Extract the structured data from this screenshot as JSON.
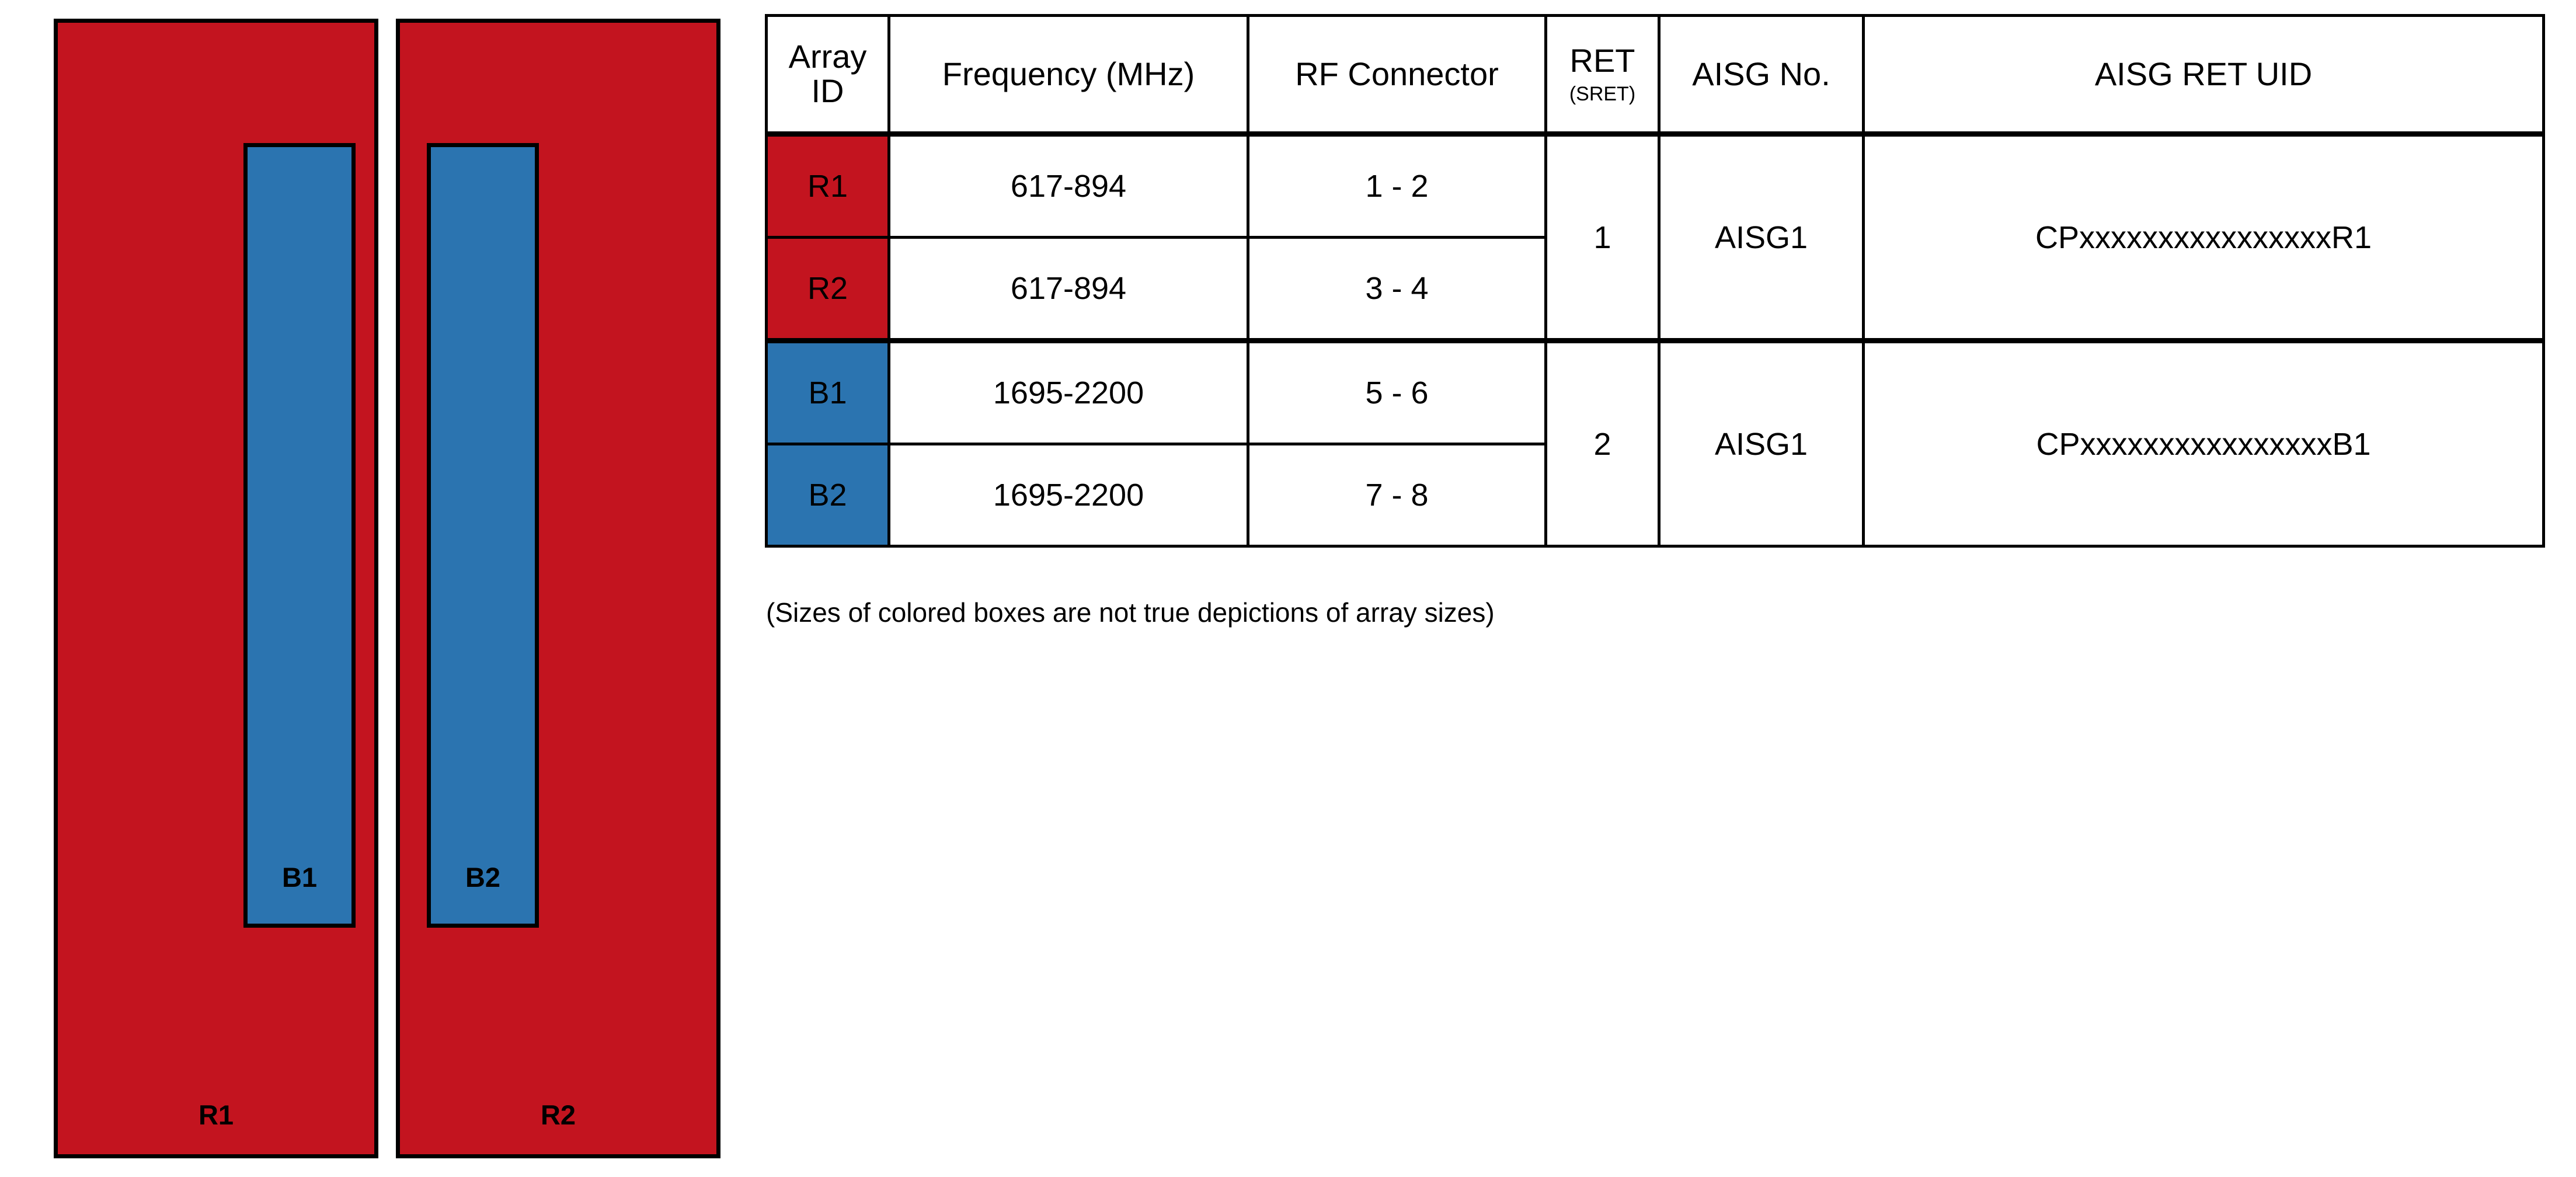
{
  "diagram": {
    "caption": "(Sizes of colored boxes are not true depictions of array sizes)",
    "colors": {
      "red_array": "#C3141F",
      "blue_array": "#2B74B0",
      "outline": "#000000"
    },
    "panels": [
      {
        "id": "R1",
        "label": "R1",
        "color": "#C3141F",
        "sub_array": {
          "id": "B1",
          "label": "B1",
          "color": "#2B74B0",
          "align": "right"
        }
      },
      {
        "id": "R2",
        "label": "R2",
        "color": "#C3141F",
        "sub_array": {
          "id": "B2",
          "label": "B2",
          "color": "#2B74B0",
          "align": "left"
        }
      }
    ]
  },
  "table": {
    "headers": {
      "array_id": "Array ID",
      "frequency": "Frequency (MHz)",
      "rf_connector": "RF Connector",
      "ret_main": "RET",
      "ret_sub": "(SRET)",
      "aisg_no": "AISG No.",
      "aisg_ret_uid": "AISG RET UID"
    },
    "rows": [
      {
        "array_id": "R1",
        "array_id_color": "#C3141F",
        "frequency": "617-894",
        "rf_connector": "1 - 2",
        "ret": "1",
        "aisg_no": "AISG1",
        "aisg_ret_uid": "CPxxxxxxxxxxxxxxxxR1"
      },
      {
        "array_id": "R2",
        "array_id_color": "#C3141F",
        "frequency": "617-894",
        "rf_connector": "3 - 4"
      },
      {
        "array_id": "B1",
        "array_id_color": "#2B74B0",
        "frequency": "1695-2200",
        "rf_connector": "5 - 6",
        "ret": "2",
        "aisg_no": "AISG1",
        "aisg_ret_uid": "CPxxxxxxxxxxxxxxxxB1"
      },
      {
        "array_id": "B2",
        "array_id_color": "#2B74B0",
        "frequency": "1695-2200",
        "rf_connector": "7 - 8"
      }
    ]
  }
}
